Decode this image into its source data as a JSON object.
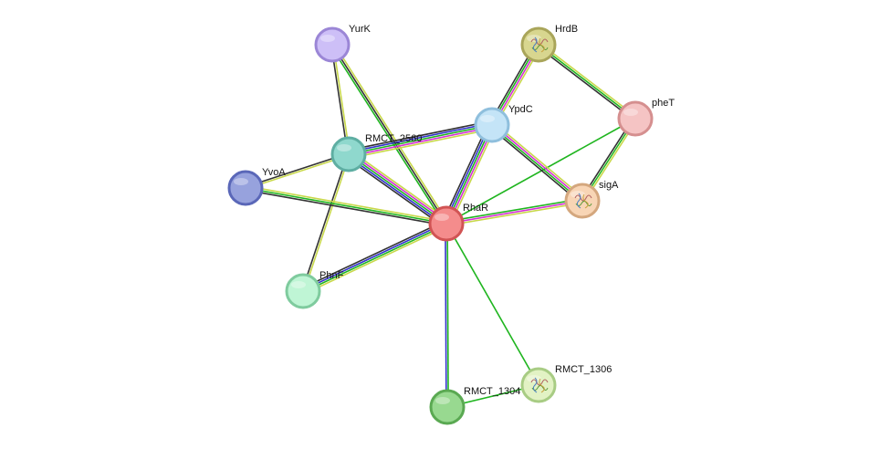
{
  "nodes": [
    {
      "id": "YurK",
      "label": "YurK",
      "fill": "#cdbff7",
      "stroke": "#9b86d6",
      "structure": false
    },
    {
      "id": "HrdB",
      "label": "HrdB",
      "fill": "#d8d68f",
      "stroke": "#a9a55a",
      "structure": true
    },
    {
      "id": "pheT",
      "label": "pheT",
      "fill": "#f5c4c4",
      "stroke": "#d58f8f",
      "structure": false
    },
    {
      "id": "YpdC",
      "label": "YpdC",
      "fill": "#c4e4f7",
      "stroke": "#8fbfdd",
      "structure": false
    },
    {
      "id": "RMCT_2560",
      "label": "RMCT_2560",
      "fill": "#8fd8cd",
      "stroke": "#5eaea2",
      "structure": false
    },
    {
      "id": "YvoA",
      "label": "YvoA",
      "fill": "#97a2dd",
      "stroke": "#5a67b8",
      "structure": false
    },
    {
      "id": "sigA",
      "label": "sigA",
      "fill": "#f8d5b5",
      "stroke": "#d4a77e",
      "structure": true
    },
    {
      "id": "RhaR",
      "label": "RhaR",
      "fill": "#f48c8c",
      "stroke": "#d15454",
      "structure": false
    },
    {
      "id": "PhnF",
      "label": "PhnF",
      "fill": "#bff5d5",
      "stroke": "#7fcb9e",
      "structure": false
    },
    {
      "id": "RMCT_1306",
      "label": "RMCT_1306",
      "fill": "#e2f2c4",
      "stroke": "#a8cc84",
      "structure": true
    },
    {
      "id": "RMCT_1304",
      "label": "RMCT_1304",
      "fill": "#98d990",
      "stroke": "#5aa952",
      "structure": false
    }
  ],
  "edges": [
    {
      "source": "YurK",
      "target": "RMCT_2560",
      "colors": [
        "#c8d84a",
        "#333333"
      ]
    },
    {
      "source": "YurK",
      "target": "RhaR",
      "colors": [
        "#c8d84a",
        "#333333",
        "#1fb51f"
      ]
    },
    {
      "source": "HrdB",
      "target": "YpdC",
      "colors": [
        "#c8d84a",
        "#d62fd6",
        "#1fb51f",
        "#333333"
      ]
    },
    {
      "source": "HrdB",
      "target": "pheT",
      "colors": [
        "#c8d84a",
        "#1fb51f",
        "#333333"
      ]
    },
    {
      "source": "pheT",
      "target": "sigA",
      "colors": [
        "#c8d84a",
        "#1fb51f",
        "#333333"
      ]
    },
    {
      "source": "pheT",
      "target": "RhaR",
      "colors": [
        "#1fb51f"
      ]
    },
    {
      "source": "YpdC",
      "target": "RMCT_2560",
      "colors": [
        "#c8d84a",
        "#d62fd6",
        "#1fb51f",
        "#3333cc",
        "#333333"
      ]
    },
    {
      "source": "YpdC",
      "target": "sigA",
      "colors": [
        "#c8d84a",
        "#d62fd6",
        "#1fb51f",
        "#333333"
      ]
    },
    {
      "source": "YpdC",
      "target": "RhaR",
      "colors": [
        "#c8d84a",
        "#d62fd6",
        "#1fb51f",
        "#3333cc",
        "#333333"
      ]
    },
    {
      "source": "RMCT_2560",
      "target": "YvoA",
      "colors": [
        "#c8d84a",
        "#333333"
      ]
    },
    {
      "source": "RMCT_2560",
      "target": "RhaR",
      "colors": [
        "#c8d84a",
        "#d62fd6",
        "#1fb51f",
        "#3333cc",
        "#333333"
      ]
    },
    {
      "source": "RMCT_2560",
      "target": "PhnF",
      "colors": [
        "#c8d84a",
        "#333333"
      ]
    },
    {
      "source": "YvoA",
      "target": "RhaR",
      "colors": [
        "#c8d84a",
        "#1fb51f",
        "#333333"
      ]
    },
    {
      "source": "sigA",
      "target": "RhaR",
      "colors": [
        "#c8d84a",
        "#d62fd6",
        "#1fb51f"
      ]
    },
    {
      "source": "RhaR",
      "target": "PhnF",
      "colors": [
        "#c8d84a",
        "#1fb51f",
        "#3333cc",
        "#333333"
      ]
    },
    {
      "source": "RhaR",
      "target": "RMCT_1304",
      "colors": [
        "#1fb51f",
        "#3333cc"
      ]
    },
    {
      "source": "RhaR",
      "target": "RMCT_1306",
      "colors": [
        "#1fb51f"
      ]
    },
    {
      "source": "RMCT_1304",
      "target": "RMCT_1306",
      "colors": [
        "#1fb51f"
      ]
    }
  ]
}
